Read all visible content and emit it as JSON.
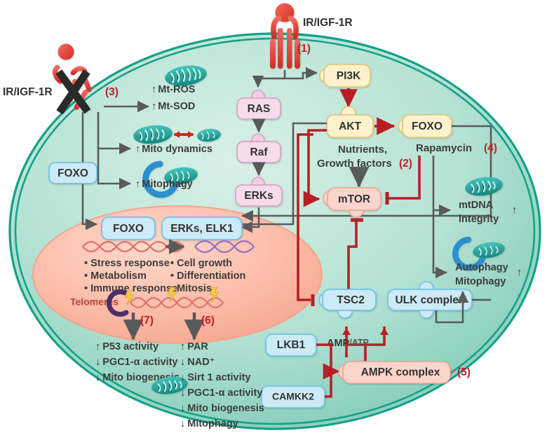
{
  "figure": {
    "title": "Insulin/IGF-1 receptor signaling and mitochondrial pathway diagram",
    "type": "biological-pathway-diagram"
  },
  "colors": {
    "cell_membrane": "#17a08a",
    "cytoplasm_light": "#c9e9df",
    "cytoplasm_dark": "#7fcdb8",
    "nucleus": "#fbb8a5",
    "nucleus_edge": "#f79d87",
    "red_ligand": "#e8453c",
    "red_arrow": "#b81f24",
    "gray_arrow": "#5a5a5a",
    "node_blue": "#cdeaf7",
    "node_blue_edge": "#6ec4e8",
    "node_yellow": "#fdf2cd",
    "node_yellow_edge": "#e3c97a",
    "node_pink": "#f6dcea",
    "node_pink_edge": "#d9a5c6",
    "node_salmon": "#fbd5cb",
    "node_salmon_edge": "#f3a694",
    "mitochondria": "#2aa9a0",
    "dna_red": "#e2706a",
    "dna_purple": "#9b6fc4",
    "telomere_cap": "#4a2f6b",
    "lightning": "#f7c948",
    "number_red": "#c0202a"
  },
  "receptors": {
    "top": {
      "label": "IR/IGF-1R",
      "step": "(1)",
      "state": "active-ligand-bound"
    },
    "left": {
      "label": "IR/IGF-1R",
      "step": "(3)",
      "state": "knocked-out-crossed"
    }
  },
  "nodes": {
    "pi3k": {
      "label": "PI3K",
      "style": "yellow"
    },
    "akt": {
      "label": "AKT",
      "style": "yellow"
    },
    "foxo_cyto_right": {
      "label": "FOXO",
      "style": "yellow"
    },
    "ras": {
      "label": "RAS",
      "style": "pink"
    },
    "raf": {
      "label": "Raf",
      "style": "pink"
    },
    "erks": {
      "label": "ERKs",
      "style": "pink"
    },
    "mtor": {
      "label": "mTOR",
      "style": "salmon"
    },
    "tsc2": {
      "label": "TSC2",
      "style": "blue"
    },
    "ulk": {
      "label": "ULK complex",
      "style": "blue"
    },
    "lkb1": {
      "label": "LKB1",
      "style": "blue"
    },
    "camkk2": {
      "label": "CAMKK2",
      "style": "blue"
    },
    "ampk": {
      "label": "AMPK complex",
      "style": "salmon",
      "step": "(5)"
    },
    "foxo_left": {
      "label": "FOXO",
      "style": "blue"
    },
    "foxo_nucleus": {
      "label": "FOXO",
      "style": "blue"
    },
    "erks_elk1": {
      "label": "ERKs, ELK1",
      "style": "blue"
    }
  },
  "stimuli": {
    "nutrients": {
      "line1": "Nutrients,",
      "line2": "Growth factors",
      "step": "(2)"
    },
    "rapamycin": {
      "label": "Rapamycin",
      "step": "(4)"
    },
    "amp_atp": {
      "main": "AMP",
      "slash": "/",
      "sub": "ATP"
    }
  },
  "outcomes_left": [
    {
      "arrow": "↑",
      "text": "Mt-ROS"
    },
    {
      "arrow": "↑",
      "text": "Mt-SOD"
    },
    {
      "arrow": "↑",
      "text": "Mito dynamics"
    },
    {
      "arrow": "↑",
      "text": "Mitophagy"
    }
  ],
  "outcomes_right": [
    {
      "line1": "mtDNA",
      "line2": "integrity",
      "arrow": "↑"
    },
    {
      "line1": "Autophagy",
      "line2": "Mitophagy",
      "arrow": "↑"
    }
  ],
  "nucleus": {
    "foxo_targets": [
      "Stress response",
      "Metabolism",
      "Immune response"
    ],
    "erk_targets": [
      "Cell growth",
      "Differentiation",
      "Mitosis"
    ],
    "telomeres_label": "Telomeres"
  },
  "bottom_outputs": {
    "left": {
      "step": "(7)",
      "items": [
        {
          "arrow": "↑",
          "text": "P53 activity"
        },
        {
          "arrow": "↓",
          "text": "PGC1-α activity"
        },
        {
          "arrow": "↓",
          "text": "Mito biogenesis"
        }
      ]
    },
    "right": {
      "step": "(6)",
      "items": [
        {
          "arrow": "↑",
          "text": "PAR"
        },
        {
          "arrow": "↓",
          "text": "NAD⁺"
        },
        {
          "arrow": "↓",
          "text": "Sirt 1 activity"
        },
        {
          "arrow": "↓",
          "text": "PGC1-α activity"
        },
        {
          "arrow": "↓",
          "text": "Mito biogenesis"
        },
        {
          "arrow": "↓",
          "text": "Mitophagy"
        }
      ]
    }
  }
}
